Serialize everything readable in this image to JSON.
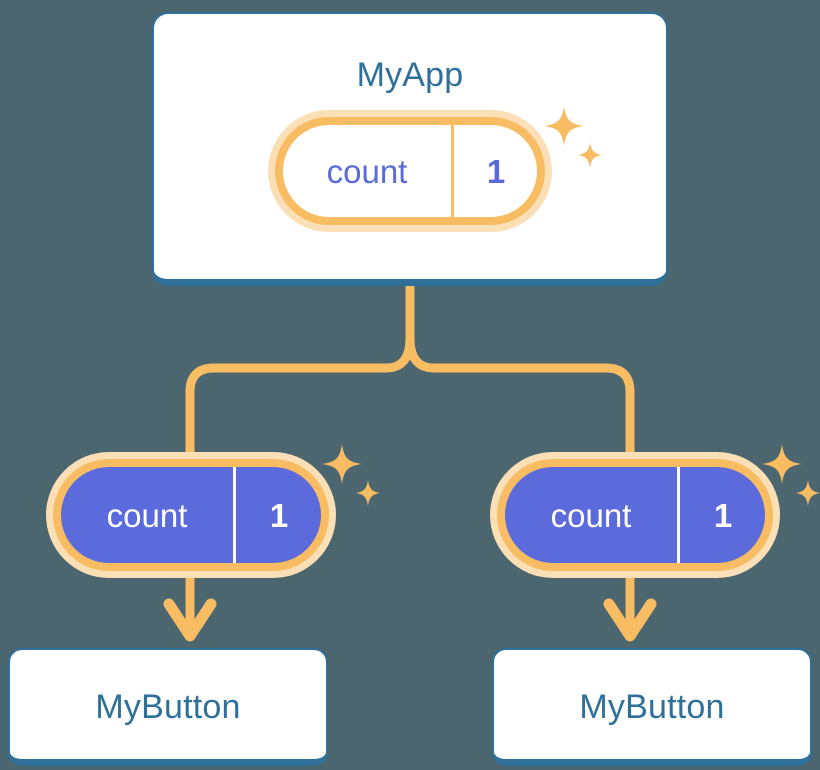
{
  "theme": {
    "background": "#4c6670",
    "card_background": "#ffffff",
    "card_border": "#2e7099",
    "title_text": "#2e7099",
    "accent_orange": "#f8bc62",
    "accent_orange_light": "#fbdfb6",
    "state_purple": "#5b6bdb",
    "state_text_light": "#ffffff"
  },
  "diagram": {
    "type": "component-tree",
    "title": "MyApp",
    "root": {
      "name": "root-component",
      "label": "MyApp",
      "state": {
        "key": "count",
        "value": "1"
      }
    },
    "children": [
      {
        "name": "child-left",
        "label": "MyButton",
        "state": {
          "key": "count",
          "value": "1"
        }
      },
      {
        "name": "child-right",
        "label": "MyButton",
        "state": {
          "key": "count",
          "value": "1"
        }
      }
    ],
    "icons": {
      "sparkle_large": "sparkle-icon",
      "sparkle_small": "sparkle-icon",
      "arrow": "arrow-down-icon"
    }
  }
}
